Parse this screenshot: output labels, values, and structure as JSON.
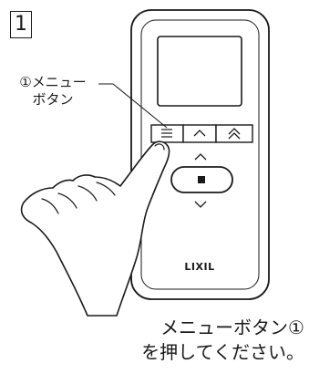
{
  "step_number": "1",
  "callout": {
    "line1": "①メニュー",
    "line2": "ボタン"
  },
  "remote": {
    "brand": "LIXIL",
    "buttons": {
      "menu": "menu-icon",
      "up_single": "chevron-up-icon",
      "up_double": "double-chevron-up-icon",
      "center_up": "chevron-up-icon",
      "stop": "stop-square-icon",
      "center_down": "chevron-down-icon"
    }
  },
  "caption": {
    "line1": "メニューボタン①",
    "line2": "を押してください。"
  },
  "colors": {
    "ink": "#1a1a1a",
    "background": "#ffffff"
  }
}
